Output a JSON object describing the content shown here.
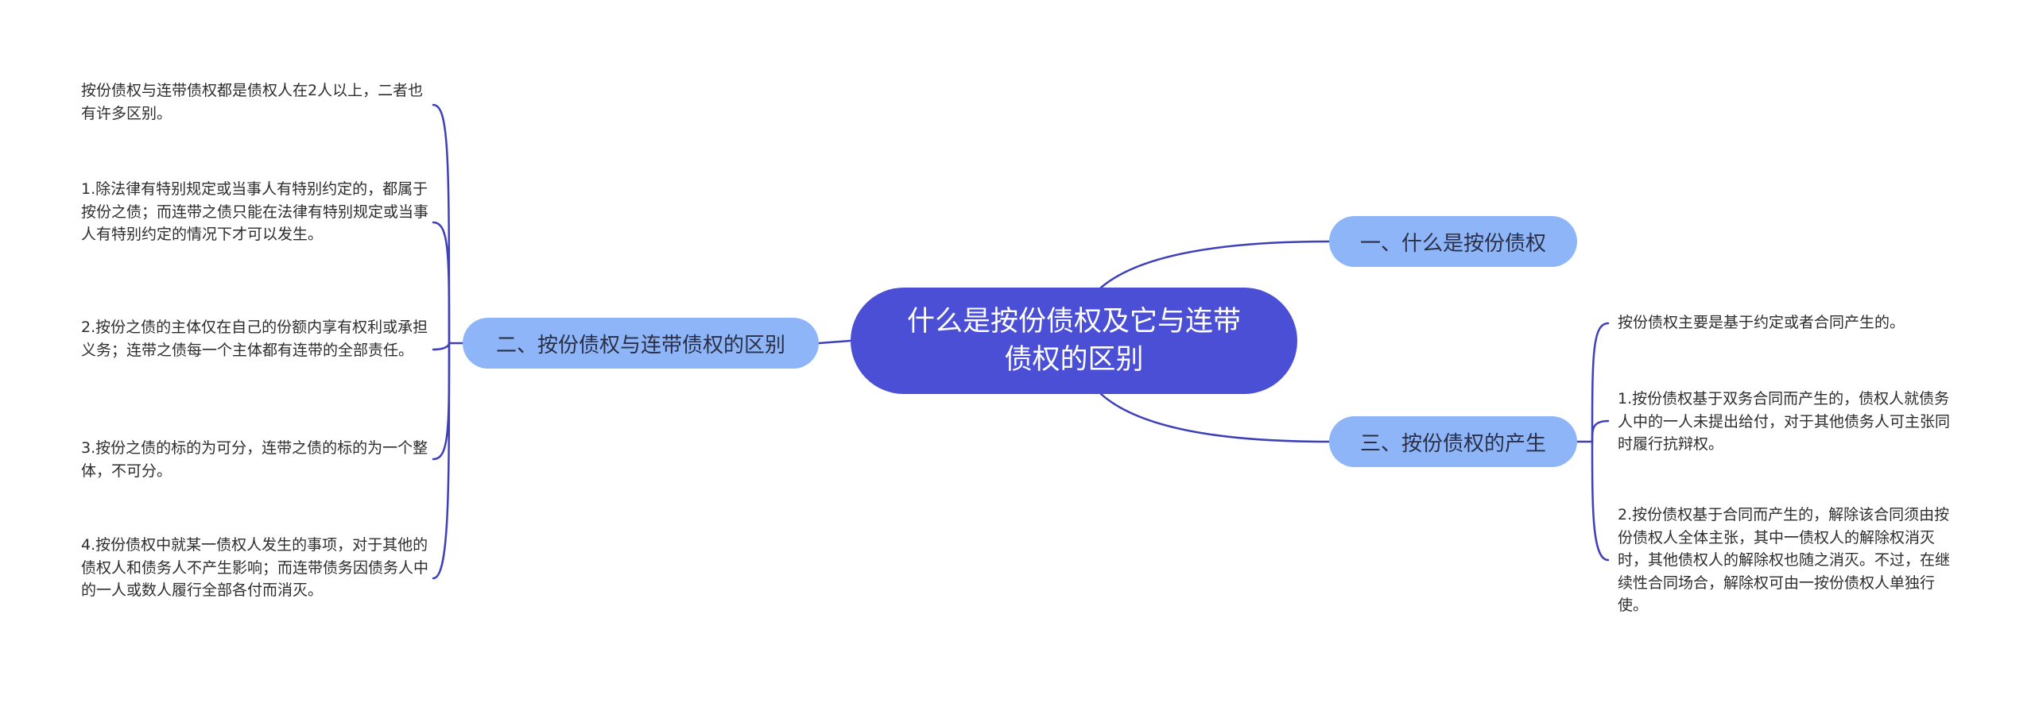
{
  "colors": {
    "root_fill": "#4a4fd6",
    "root_text": "#ffffff",
    "branch_fill": "#8db5f8",
    "branch_text": "#2a2f46",
    "connector": "#3d40b8",
    "leaf_text": "#2d2d2d",
    "background": "#ffffff"
  },
  "root": {
    "label": "什么是按份债权及它与连带债权的区别"
  },
  "branches": {
    "left": {
      "label": "二、按份债权与连带债权的区别",
      "leaves": [
        "按份债权与连带债权都是债权人在2人以上，二者也有许多区别。",
        "1.除法律有特别规定或当事人有特别约定的，都属于按份之债；而连带之债只能在法律有特别规定或当事人有特别约定的情况下才可以发生。",
        "2.按份之债的主体仅在自己的份额内享有权利或承担义务；连带之债每一个主体都有连带的全部责任。",
        "3.按份之债的标的为可分，连带之债的标的为一个整体，不可分。",
        "4.按份债权中就某一债权人发生的事项，对于其他的债权人和债务人不产生影响；而连带债务因债务人中的一人或数人履行全部各付而消灭。"
      ]
    },
    "right_top": {
      "label": "一、什么是按份债权"
    },
    "right_bottom": {
      "label": "三、按份债权的产生",
      "leaves": [
        "按份债权主要是基于约定或者合同产生的。",
        "1.按份债权基于双务合同而产生的，债权人就债务人中的一人未提出给付，对于其他债务人可主张同时履行抗辩权。",
        "2.按份债权基于合同而产生的，解除该合同须由按份债权人全体主张，其中一债权人的解除权消灭时，其他债权人的解除权也随之消灭。不过，在继续性合同场合，解除权可由一按份债权人单独行使。"
      ]
    }
  }
}
